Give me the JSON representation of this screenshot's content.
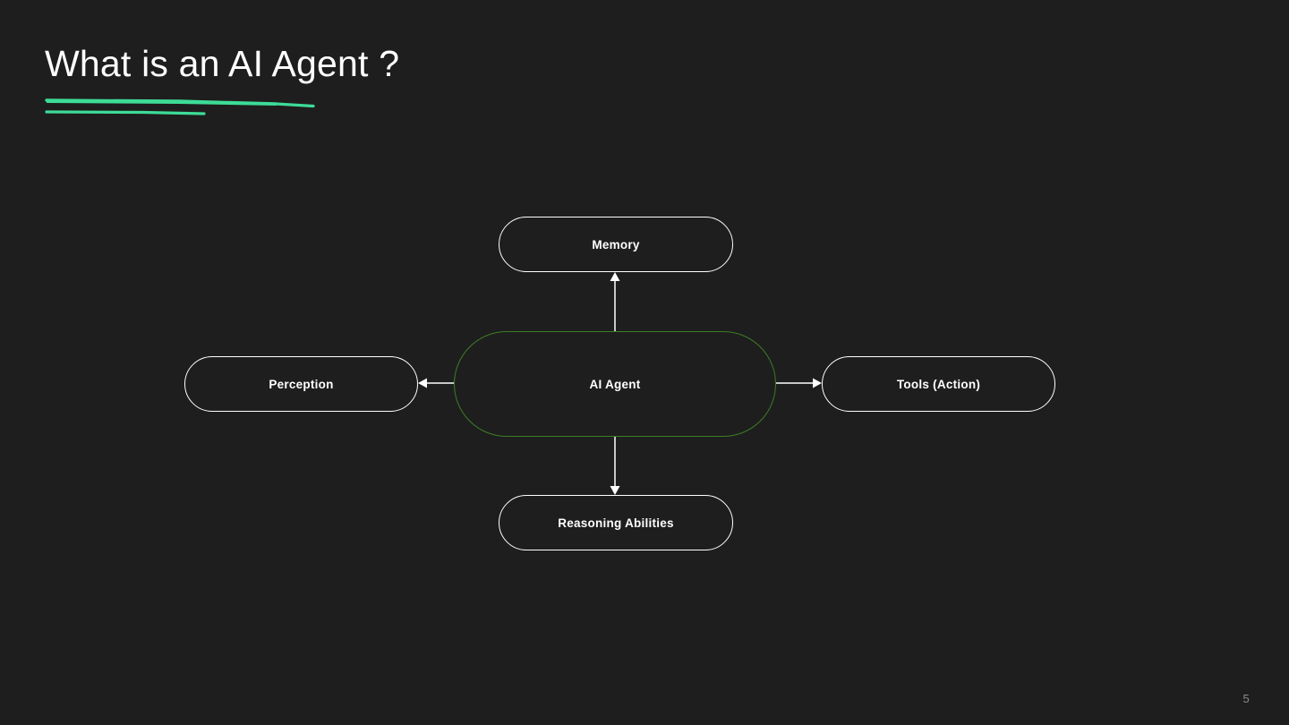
{
  "slide": {
    "title": "What is an AI Agent ?",
    "page_number": "5",
    "background_color": "#1e1e1e",
    "accent_color": "#3ddc97",
    "center_node_color": "#3e7d25",
    "node_border_color": "#ffffff",
    "text_color": "#ffffff",
    "page_number_color": "#8a8a8a"
  },
  "diagram": {
    "type": "hub-and-spoke",
    "center": {
      "id": "ai-agent",
      "label": "AI Agent",
      "shape": "rounded-pill",
      "border_color": "#3e7d25"
    },
    "nodes": [
      {
        "id": "memory",
        "label": "Memory",
        "position": "top",
        "shape": "rounded-pill",
        "border_color": "#ffffff"
      },
      {
        "id": "perception",
        "label": "Perception",
        "position": "left",
        "shape": "rounded-pill",
        "border_color": "#ffffff"
      },
      {
        "id": "tools-action",
        "label": "Tools (Action)",
        "position": "right",
        "shape": "rounded-pill",
        "border_color": "#ffffff"
      },
      {
        "id": "reasoning-abilities",
        "label": "Reasoning Abilities",
        "position": "bottom",
        "shape": "rounded-pill",
        "border_color": "#ffffff"
      }
    ],
    "edges": [
      {
        "from": "ai-agent",
        "to": "memory",
        "direction": "up",
        "arrow": "single"
      },
      {
        "from": "ai-agent",
        "to": "perception",
        "direction": "left",
        "arrow": "single"
      },
      {
        "from": "ai-agent",
        "to": "tools-action",
        "direction": "right",
        "arrow": "single"
      },
      {
        "from": "ai-agent",
        "to": "reasoning-abilities",
        "direction": "down",
        "arrow": "single"
      }
    ]
  }
}
